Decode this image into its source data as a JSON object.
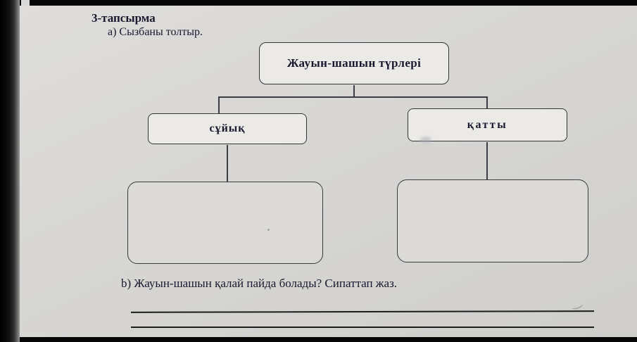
{
  "worksheet": {
    "heading": "3-тапсырма",
    "task_a": "а) Сызбаны толтыр.",
    "task_b": "b) Жауын-шашын қалай пайда болады? Сипаттап жаз."
  },
  "diagram": {
    "root": {
      "label": "Жауын-шашын түрлері"
    },
    "children": [
      {
        "label": "сұйық"
      },
      {
        "label": "қатты"
      }
    ]
  },
  "colors": {
    "ink": "#18182e",
    "page_background": "#d7d6d3",
    "node_background": "#eceae7",
    "connector": "#3c3c42"
  }
}
